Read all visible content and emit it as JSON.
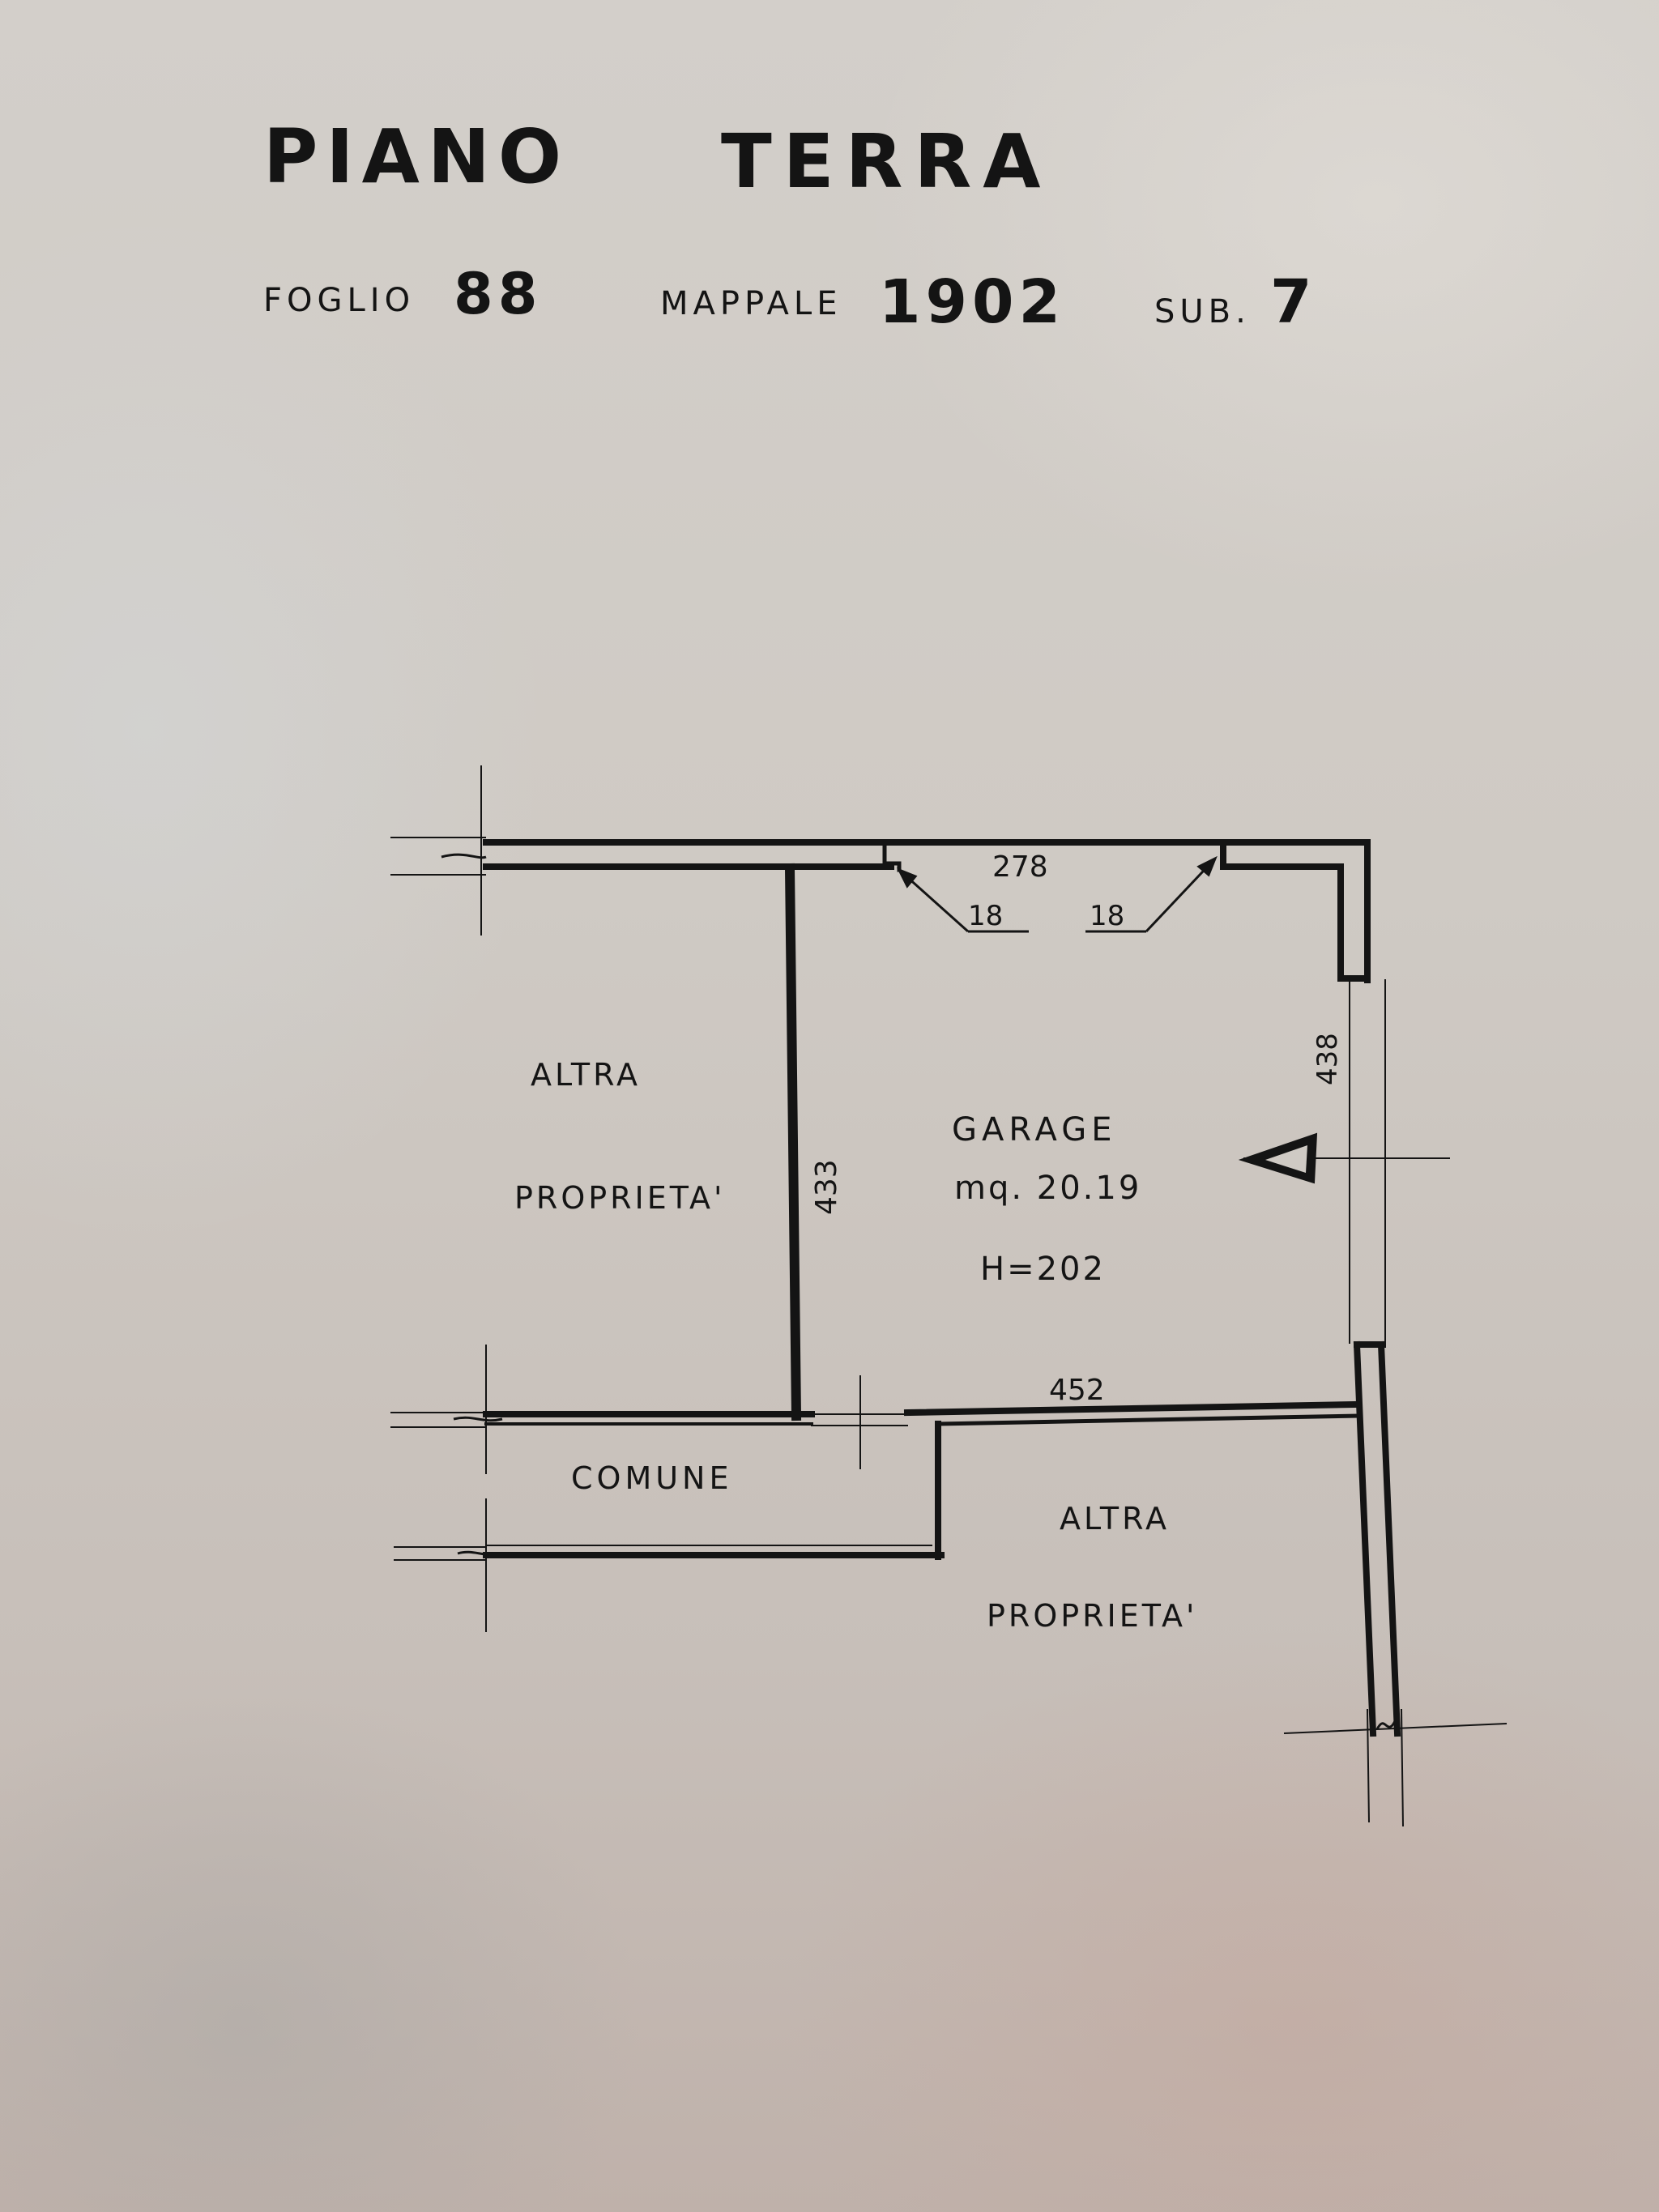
{
  "header": {
    "title_left": "PIANO",
    "title_right": "TERRA",
    "foglio_label": "FOGLIO",
    "foglio_value": "88",
    "mappale_label": "MAPPALE",
    "mappale_value": "1902",
    "sub_label": "SUB.",
    "sub_value": "7"
  },
  "rooms": {
    "left_top_line1": "ALTRA",
    "left_top_line2": "PROPRIETA'",
    "garage_name": "GARAGE",
    "garage_area": "mq. 20.19",
    "garage_height": "H=202",
    "comune": "COMUNE",
    "right_bottom_line1": "ALTRA",
    "right_bottom_line2": "PROPRIETA'"
  },
  "dimensions": {
    "top_width": "278",
    "top_left_offset": "18",
    "top_right_offset": "18",
    "right_depth": "438",
    "left_depth": "433",
    "bottom_width": "452"
  },
  "colors": {
    "ink": "#141414",
    "paper": "#cfcac4"
  }
}
